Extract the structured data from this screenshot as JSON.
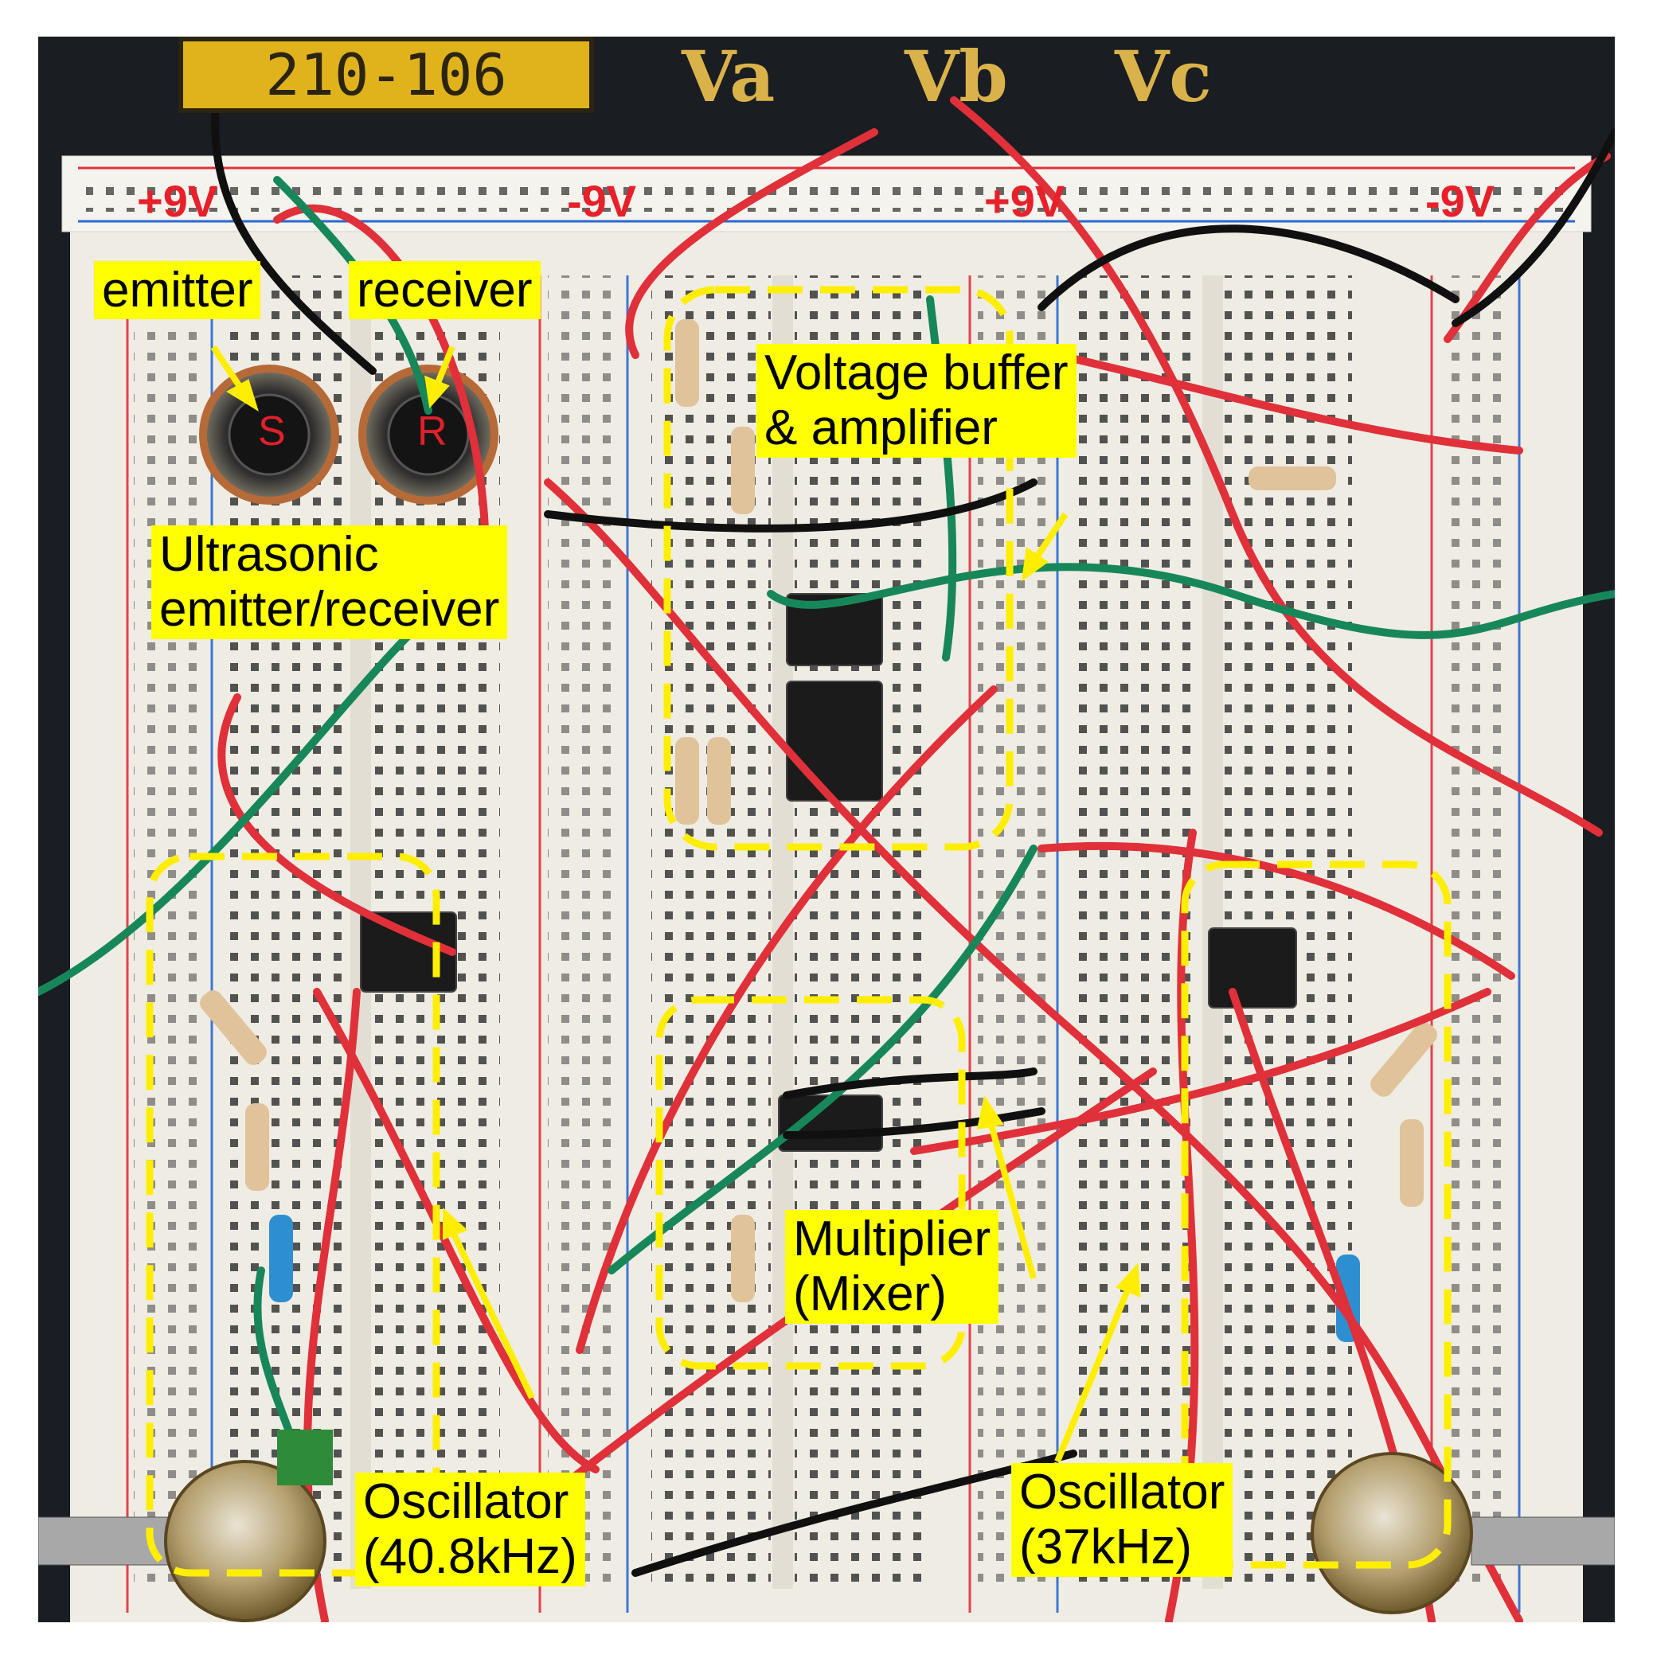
{
  "photo_header": {
    "plate_text": "210-106",
    "terminals": [
      "Va",
      "Vb",
      "Vc"
    ]
  },
  "rails": {
    "left_pos": "+9V",
    "left_neg": "-9V",
    "right_pos": "+9V",
    "right_neg": "-9V"
  },
  "transducers": {
    "emitter_letter": "S",
    "receiver_letter": "R"
  },
  "labels": {
    "emitter": "emitter",
    "receiver": "receiver",
    "ultrasonic": "Ultrasonic\nemitter/receiver",
    "buffer": "Voltage buffer\n& amplifier",
    "multiplier": "Multiplier\n(Mixer)",
    "osc_left": "Oscillator\n(40.8kHz)",
    "osc_right": "Oscillator\n(37kHz)"
  },
  "colors": {
    "label_bg": "#ffff00",
    "annotation": "#ffee00",
    "wire_red": "#e0303a",
    "wire_green": "#17875a",
    "wire_black": "#111111",
    "breadboard": "#f2f0ea"
  }
}
